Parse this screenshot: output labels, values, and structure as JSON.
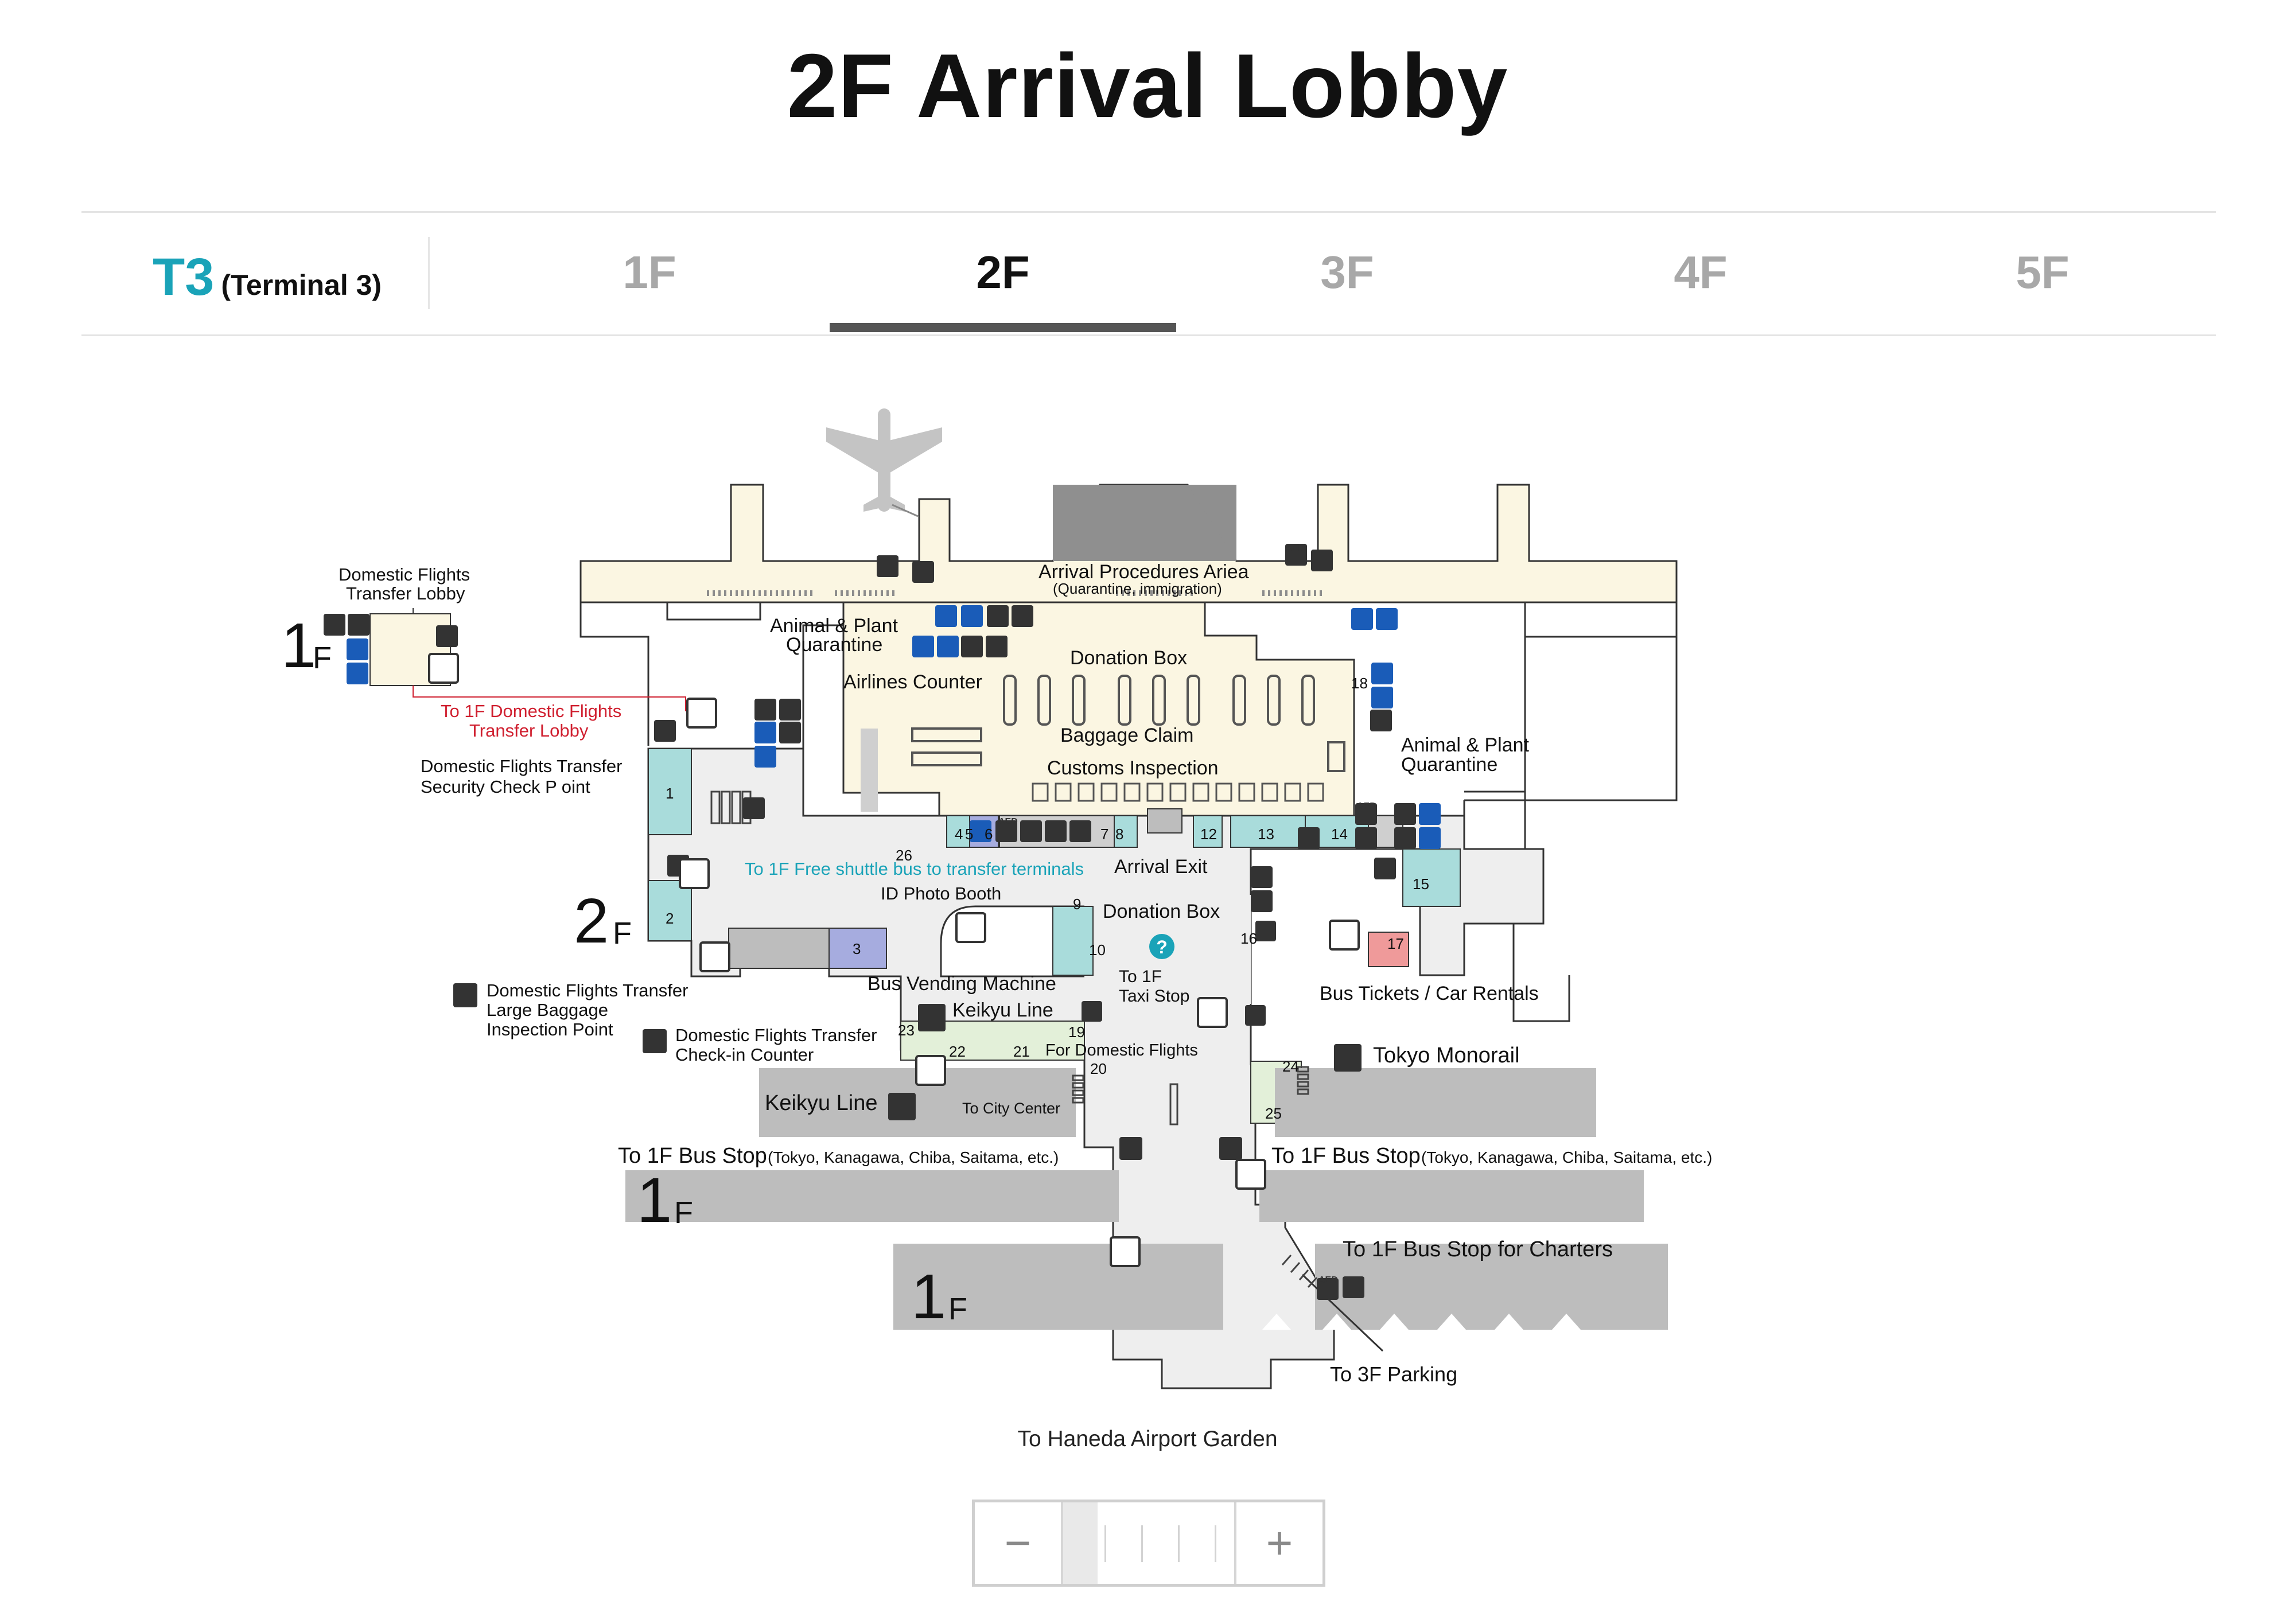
{
  "page": {
    "title": "2F Arrival Lobby"
  },
  "terminal": {
    "code": "T3",
    "name": "(Terminal 3)",
    "accent": "#1aa3b8"
  },
  "floors": [
    {
      "label": "1F",
      "active": false
    },
    {
      "label": "2F",
      "active": true
    },
    {
      "label": "3F",
      "active": false
    },
    {
      "label": "4F",
      "active": false
    },
    {
      "label": "5F",
      "active": false
    }
  ],
  "map": {
    "labels": {
      "arrival_procedures": "Arrival Procedures Ariea",
      "arrival_procedures_sub": "(Quarantine, immigration)",
      "dom_transfer_lobby_1": "Domestic Flights",
      "dom_transfer_lobby_2": "Transfer Lobby",
      "animal_plant_left_1": "Animal & Plant",
      "animal_plant_left_2": "Quarantine",
      "airlines_counter": "Airlines Counter",
      "donation_box_top": "Donation Box",
      "baggage_claim": "Baggage Claim",
      "customs_inspection": "Customs Inspection",
      "animal_plant_right_1": "Animal & Plant",
      "animal_plant_right_2": "Quarantine",
      "to_1f_transfer_1": "To 1F Domestic Flights",
      "to_1f_transfer_2": "Transfer Lobby",
      "security_check_1": "Domestic Flights Transfer",
      "security_check_2": "Security Check P oint",
      "shuttle": "To 1F Free shuttle bus to transfer terminals",
      "id_photo": "ID Photo Booth",
      "arrival_exit": "Arrival Exit",
      "donation_box_center": "Donation Box",
      "bus_vending": "Bus Vending Machine",
      "keikyu_line_inner": "Keikyu Line",
      "to_1f_taxi_1": "To 1F",
      "to_1f_taxi_2": "Taxi Stop",
      "bus_tickets": "Bus Tickets / Car Rentals",
      "large_baggage_1": "Domestic Flights Transfer",
      "large_baggage_2": "Large Baggage",
      "large_baggage_3": "Inspection Point",
      "checkin_counter_1": "Domestic Flights Transfer",
      "checkin_counter_2": "Check-in Counter",
      "for_domestic": "For Domestic Flights",
      "tokyo_monorail": "Tokyo Monorail",
      "keikyu_line": "Keikyu Line",
      "to_city_center": "To City Center",
      "bus_stop_left": "To 1F Bus Stop",
      "bus_stop_left_sub": "(Tokyo, Kanagawa, Chiba, Saitama, etc.)",
      "bus_stop_right": "To 1F Bus Stop",
      "bus_stop_right_sub": "(Tokyo, Kanagawa, Chiba, Saitama, etc.)",
      "bus_stop_charters": "To 1F Bus Stop for Charters",
      "to_3f_parking": "To 3F Parking",
      "aed": "AED",
      "f1": "1",
      "f2": "2",
      "f_letter": "F"
    },
    "numbers": [
      "1",
      "2",
      "3",
      "4",
      "5",
      "6",
      "7",
      "8",
      "9",
      "10",
      "12",
      "13",
      "14",
      "15",
      "16",
      "17",
      "18",
      "19",
      "20",
      "21",
      "22",
      "23",
      "24",
      "25",
      "26"
    ],
    "colors": {
      "restricted": "#fbf6e2",
      "public": "#eeeeee",
      "wall": "#333333",
      "platform": "#bdbdbd",
      "shop": "#a9dcdb",
      "blue_shop": "#a6acdf",
      "pink_shop": "#ef9a9a",
      "accent": "#1aa3b8",
      "red_note": "#d02030"
    }
  },
  "footer": {
    "garden": "To Haneda Airport Garden"
  },
  "zoom": {
    "minus": "−",
    "plus": "+",
    "level": 0.1
  }
}
